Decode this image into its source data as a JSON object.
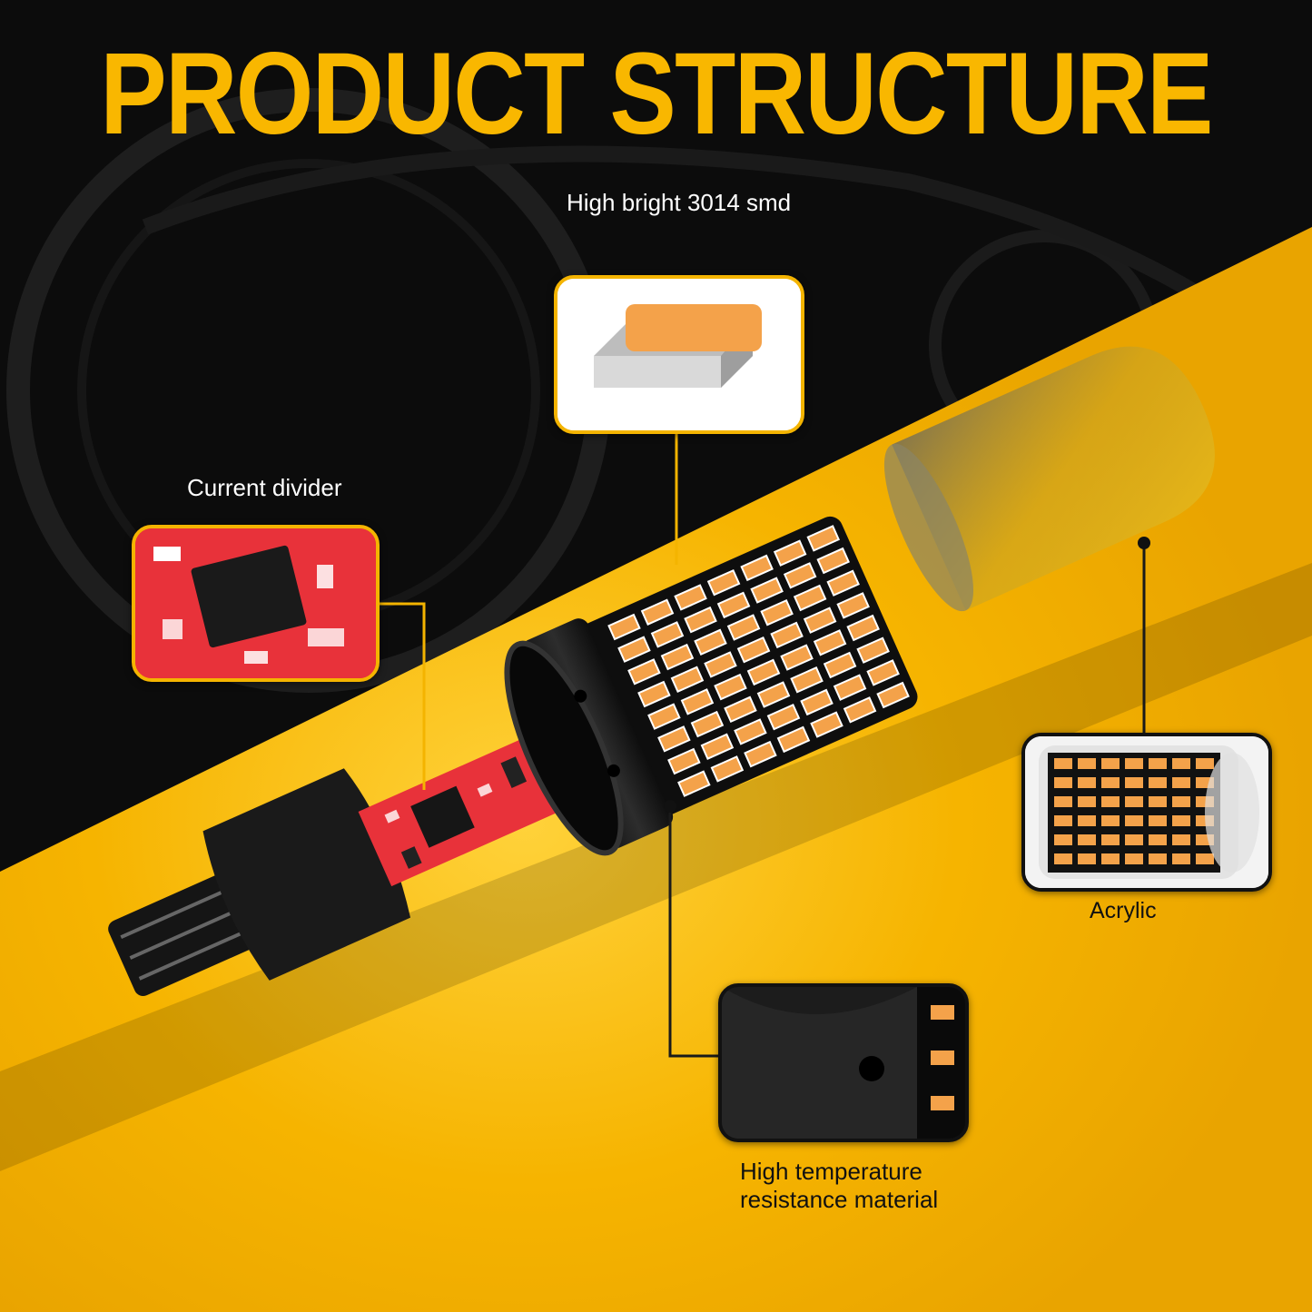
{
  "title": "PRODUCT STRUCTURE",
  "labels": {
    "smd": "High bright 3014 smd",
    "divider": "Current divider",
    "acrylic": "Acrylic",
    "material_line1": "High temperature",
    "material_line2": "resistance material"
  },
  "colors": {
    "accent": "#f9b700",
    "led": "#f4a24a",
    "pcb": "#e8323a",
    "background": "#0b0b0b"
  }
}
